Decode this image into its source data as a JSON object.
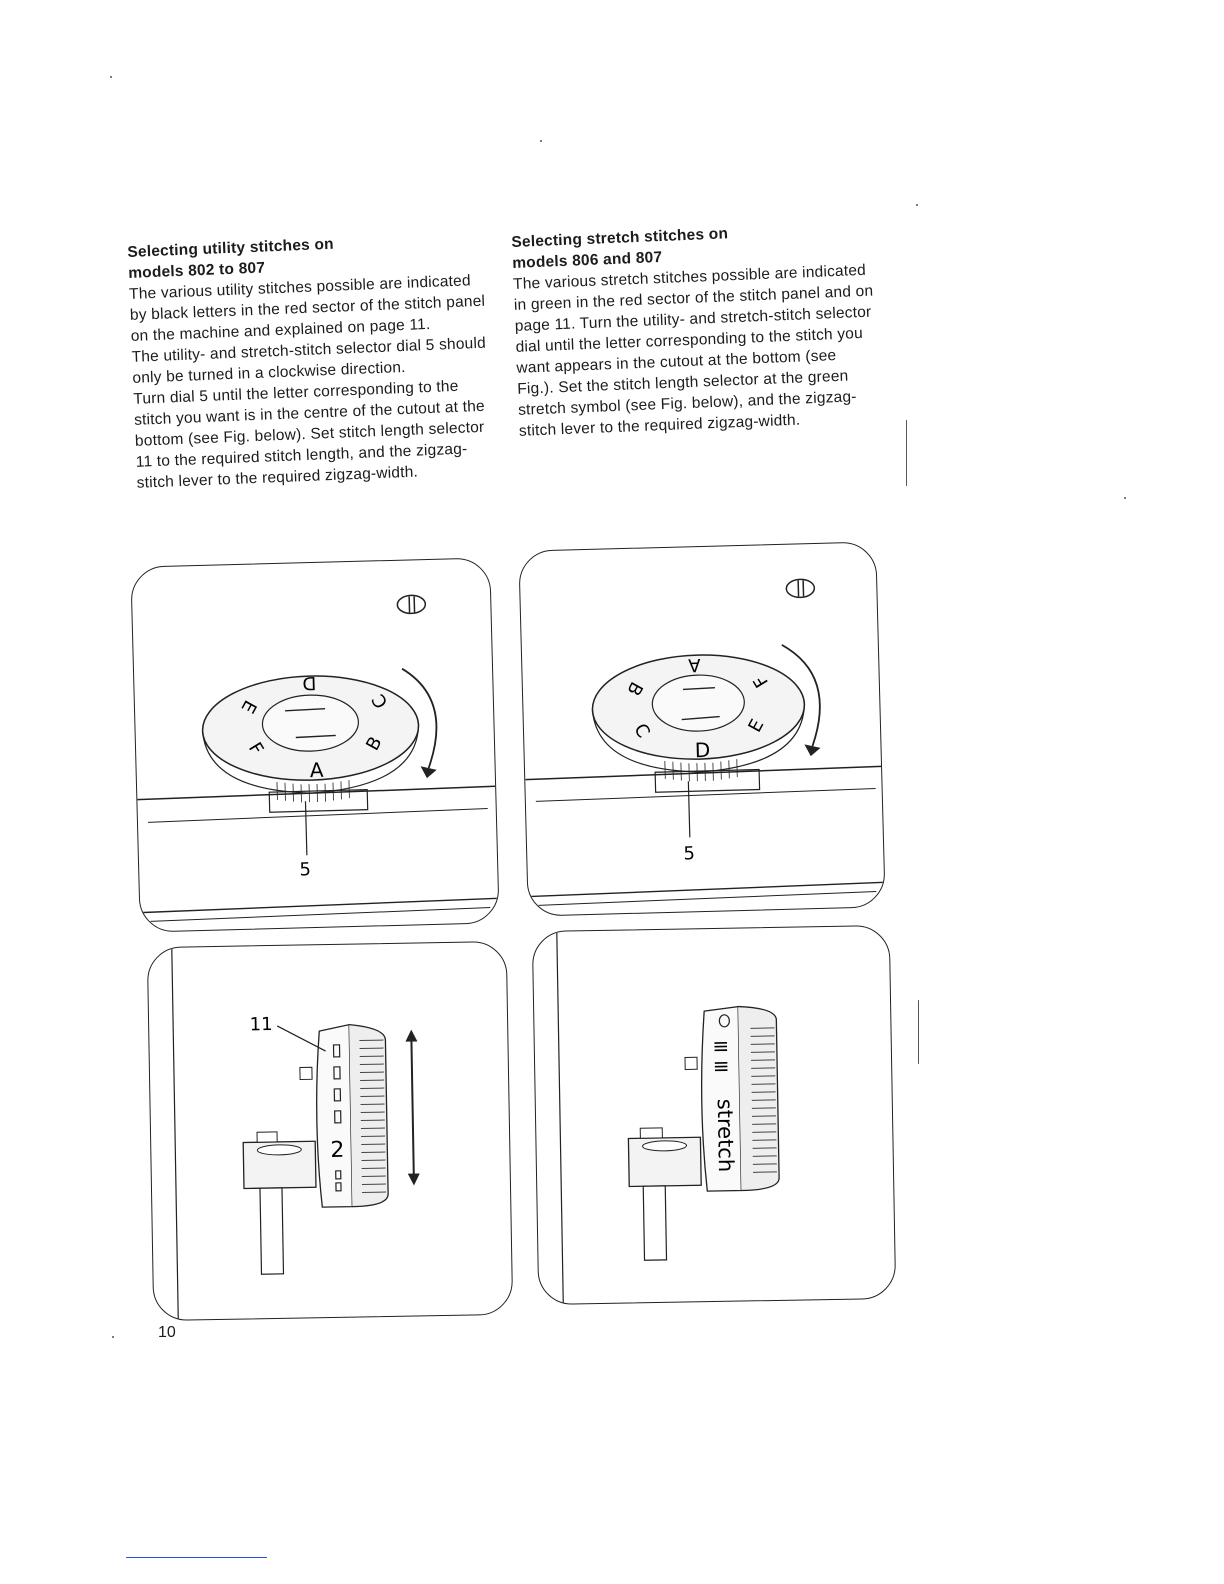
{
  "left_column": {
    "heading_line1": "Selecting utility stitches on",
    "heading_line2": "models 802 to 807",
    "paragraphs": [
      "The various utility stitches possible are indicated by black letters in the red sector of the stitch panel on the machine and explained on page 11.",
      "The utility- and stretch-stitch selector dial 5 should only be turned in a clockwise direction.",
      "Turn dial 5 until the letter corresponding to the stitch you want is in the centre of the cutout at the bottom (see Fig. below). Set stitch length selector 11 to the required stitch length, and the zigzag-stitch lever to the required zigzag-width."
    ]
  },
  "right_column": {
    "heading_line1": "Selecting stretch stitches on",
    "heading_line2": "models 806 and 807",
    "paragraphs": [
      "The various stretch stitches possible are indicated in green in the red sector of the stitch panel and on page 11. Turn the utility- and stretch-stitch selector dial until the letter corresponding to the stitch you want appears in the cutout at the bottom (see Fig.). Set the stitch length selector at the green stretch symbol (see Fig. below), and the zigzag-stitch lever to the required zigzag-width."
    ]
  },
  "figures": {
    "fig1": {
      "dial_letters": [
        "D",
        "C",
        "B",
        "A",
        "F",
        "E"
      ],
      "callout": "5"
    },
    "fig2": {
      "dial_letters": [
        "A",
        "F",
        "E",
        "D",
        "C",
        "B"
      ],
      "callout": "5"
    },
    "fig3": {
      "callout": "11",
      "scale_number": "2"
    },
    "fig4": {
      "scale_word": "stretch",
      "symbol": "≡"
    }
  },
  "page_number": "10",
  "colors": {
    "ink": "#1c1c1c",
    "footer_rule": "#2a4fd8"
  }
}
